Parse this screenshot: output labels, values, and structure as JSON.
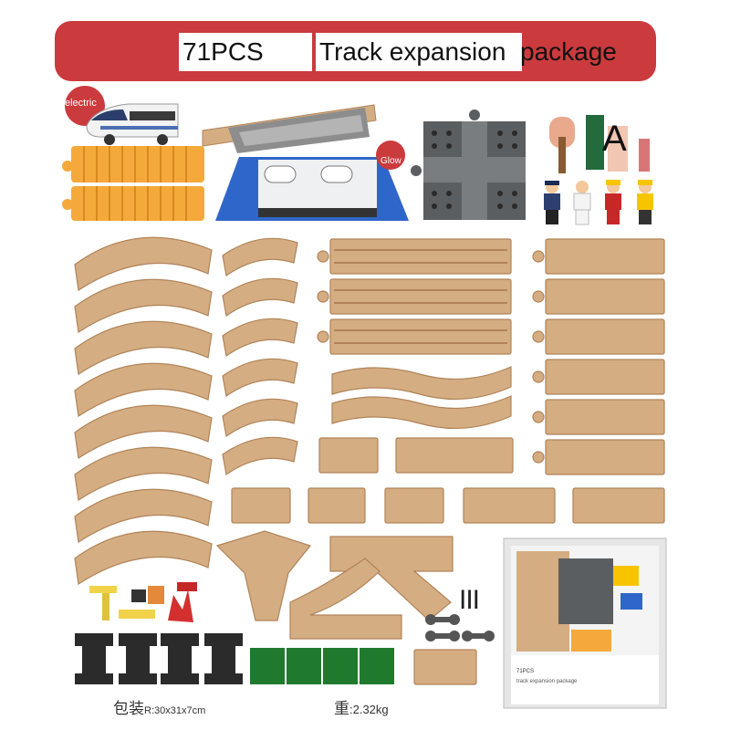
{
  "header": {
    "count_text": "71PCS",
    "title_part_a": "Track expansion",
    "title_part_b": "package"
  },
  "badges": {
    "electric": "electric",
    "glow": "Glow"
  },
  "labels": {
    "letter_a": "A",
    "roman_three": "III"
  },
  "footer": {
    "package_label": "包装",
    "package_size": "R:30x31x7cm",
    "weight_label": "重",
    "weight_value": ":2.32kg"
  },
  "box": {
    "label_count": "71PCS",
    "label_title": "track expansion package"
  },
  "colors": {
    "banner": "#cb3a3d",
    "wood": "#d5ad82",
    "wood_dark": "#b08358",
    "orange": "#f5a93a",
    "gray_tile": "#5b5e61",
    "green": "#1f7a2e",
    "black_pillar": "#2b2b2b",
    "blue_tunnel": "#2f66c9"
  }
}
